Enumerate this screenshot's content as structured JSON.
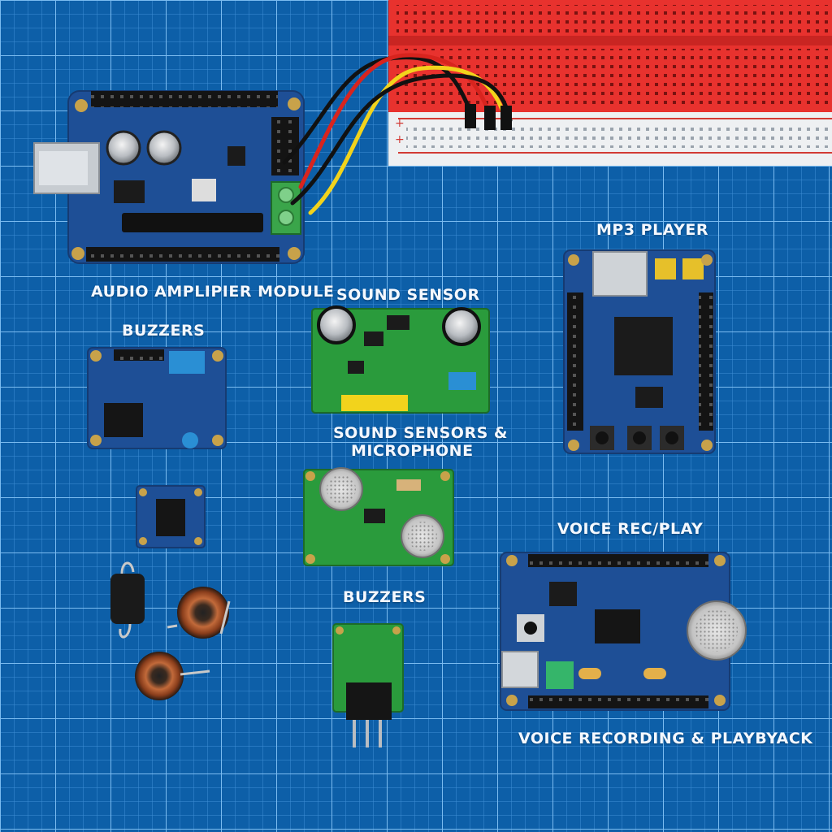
{
  "labels": {
    "audio_amplifier": "AUDIO AMPLIPIER MODULE",
    "sound_sensor": "SOUND SENSOR",
    "mp3_player": "MP3 PLAYER",
    "buzzers_top": "BUZZERS",
    "sound_sensors_line1": "SOUND SENSORS &",
    "sound_sensors_line2": "MICROPHONE",
    "voice_rec_play": "VOICE REC/PLAY",
    "buzzers_bottom": "BUZZERS",
    "voice_recording": "VOICE RECORDING & PLAYBYACK"
  },
  "colors": {
    "mat": "#0d5fa8",
    "grid": "#5aa8e6",
    "breadboard": "#e8322e",
    "blue_pcb": "#1e4f96",
    "green_pcb": "#2a9b3c",
    "header": "#151515"
  }
}
